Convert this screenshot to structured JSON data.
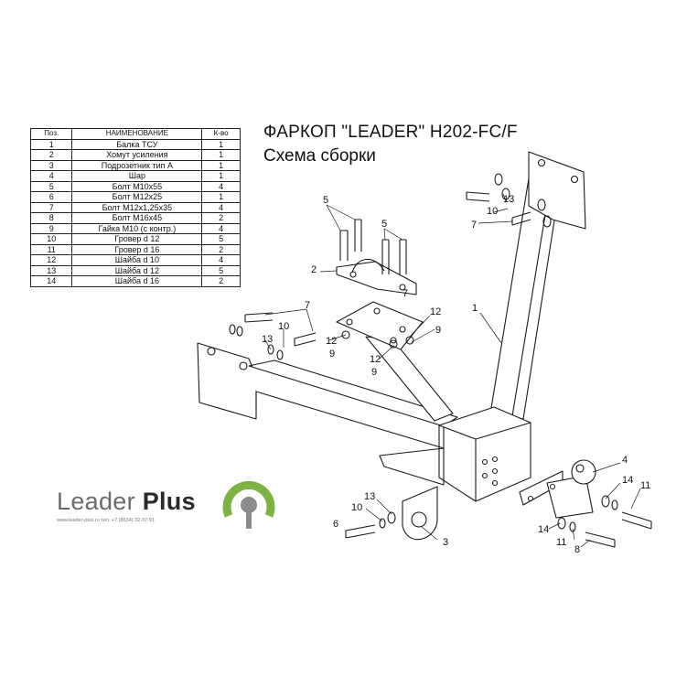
{
  "table": {
    "headers": [
      "Поз.",
      "НАИМЕНОВАНИЕ",
      "К-во"
    ],
    "rows": [
      [
        "1",
        "Балка ТСУ",
        "1"
      ],
      [
        "2",
        "Хомут усиления",
        "1"
      ],
      [
        "3",
        "Подрозетник тип А",
        "1"
      ],
      [
        "4",
        "Шар",
        "1"
      ],
      [
        "5",
        "Болт М10х55",
        "4"
      ],
      [
        "6",
        "Болт М12х25",
        "1"
      ],
      [
        "7",
        "Болт М12х1,25х35",
        "4"
      ],
      [
        "8",
        "Болт М16х45",
        "2"
      ],
      [
        "9",
        "Гайка  М10 (с контр.)",
        "4"
      ],
      [
        "10",
        "Гровер d 12",
        "5"
      ],
      [
        "11",
        "Гровер d 16",
        "2"
      ],
      [
        "12",
        "Шайба d 10",
        "4"
      ],
      [
        "13",
        "Шайба d 12",
        "5"
      ],
      [
        "14",
        "Шайба d 16",
        "2"
      ]
    ]
  },
  "title": "ФАРКОП \"LEADER\" H202-FC/F",
  "subtitle": "Схема сборки",
  "callouts": [
    "1",
    "2",
    "3",
    "4",
    "5",
    "5",
    "6",
    "7",
    "7",
    "7",
    "8",
    "9",
    "9",
    "9",
    "10",
    "10",
    "10",
    "11",
    "11",
    "12",
    "12",
    "12",
    "13",
    "13",
    "13",
    "14",
    "14"
  ],
  "logo": {
    "name": "Leader",
    "plus": "Plus",
    "contacts": "www.leader-plus.ru    тел. +7 (8634) 32-37-91",
    "green": "#7cb342",
    "grey": "#8c8c8c"
  }
}
